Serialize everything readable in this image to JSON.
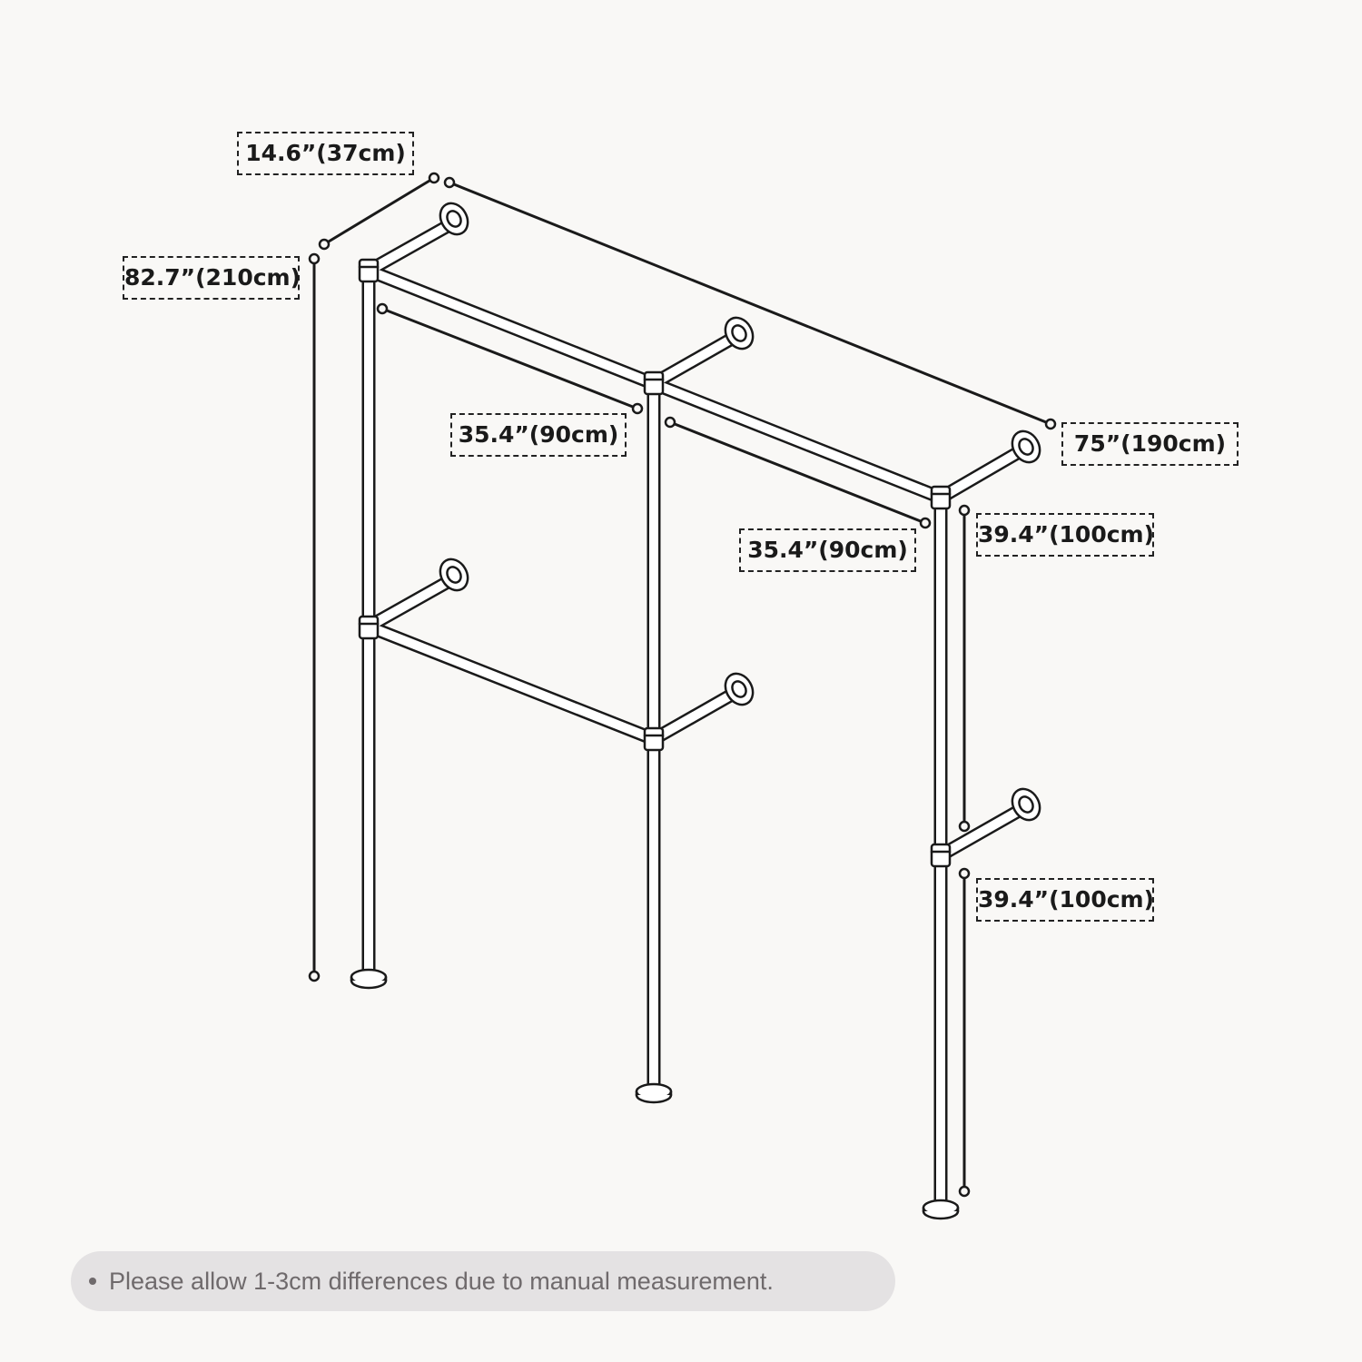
{
  "dimensions": {
    "depth": "14.6”(37cm)",
    "height": "82.7”(210cm)",
    "section_left": "35.4”(90cm)",
    "section_right": "35.4”(90cm)",
    "width": "75”(190cm)",
    "upper_height": "39.4”(100cm)",
    "lower_height": "39.4”(100cm)"
  },
  "note": "Please allow 1-3cm differences due to manual measurement.",
  "colors": {
    "background": "#f9f8f6",
    "line": "#1a1a1a",
    "pipe_fill": "#ffffff",
    "note_bg": "#e4e2e3",
    "note_text": "#6f6a6c"
  }
}
